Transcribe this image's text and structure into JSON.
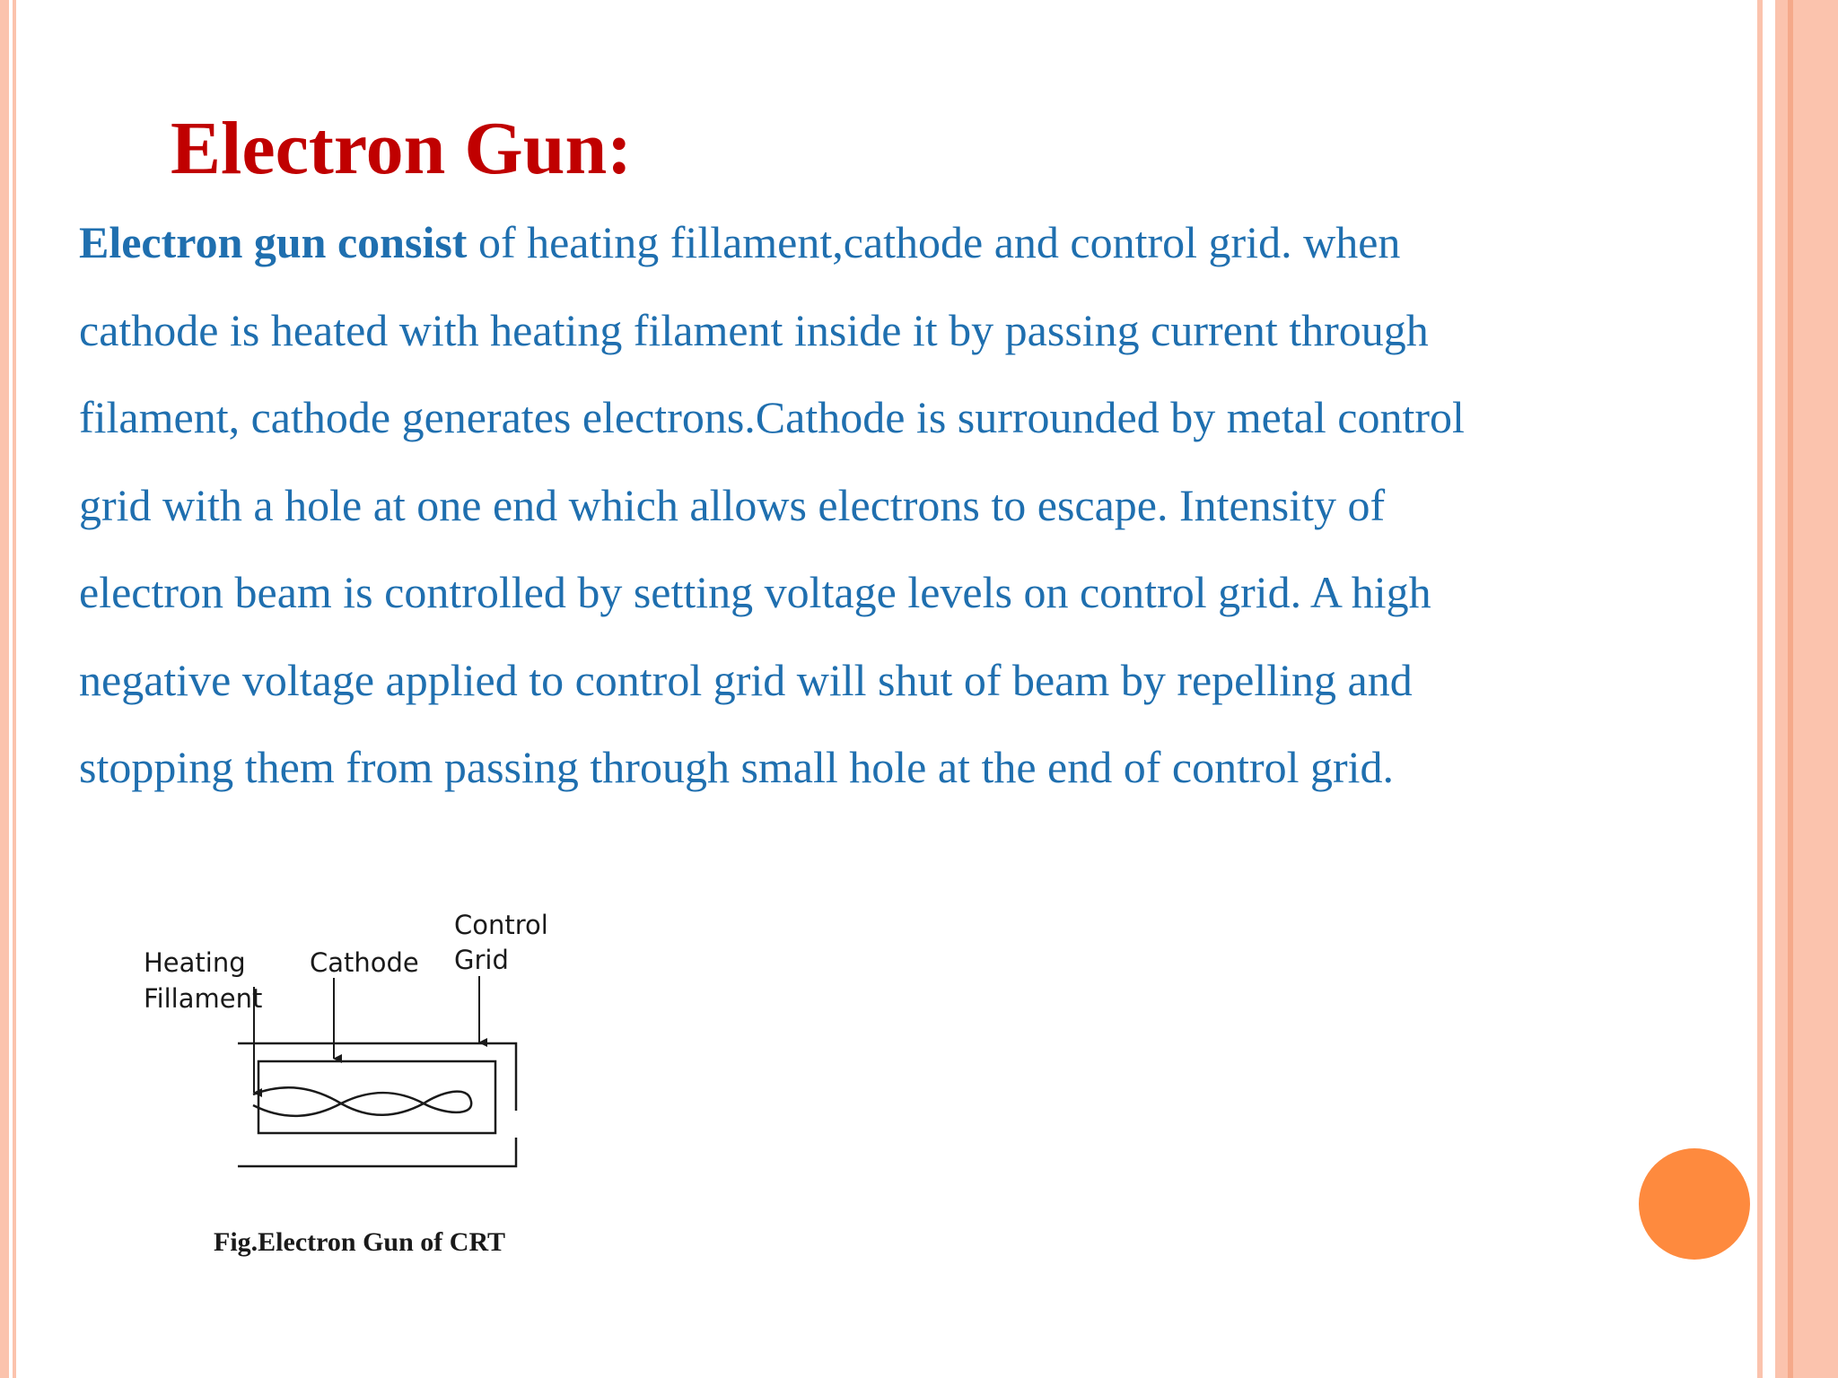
{
  "colors": {
    "title": "#c00000",
    "body": "#1f6faf",
    "accent_circle": "#fe8a3e",
    "border_stripe": "#fbc3ad",
    "border_stripe_dark": "#f5a98a",
    "diagram_ink": "#1a1a1a"
  },
  "slide": {
    "title": "Electron Gun:",
    "lead_bold": "Electron gun consist",
    "lines": [
      " of heating fillament,cathode and control grid. when",
      "cathode is heated with heating filament inside it by passing current through",
      "filament, cathode generates electrons.Cathode is surrounded by metal control",
      "grid with a hole at one end which allows electrons to escape. Intensity of",
      "electron beam is controlled by setting voltage levels on control grid. A high",
      "negative voltage applied to control grid will shut of beam by repelling and",
      "stopping them from passing through small hole at the end of control grid."
    ]
  },
  "figure": {
    "label_heating_1": "Heating",
    "label_heating_2": "Fillament",
    "label_cathode": "Cathode",
    "label_control_1": "Control",
    "label_control_2": "Grid",
    "caption": "Fig.Electron Gun of CRT"
  }
}
